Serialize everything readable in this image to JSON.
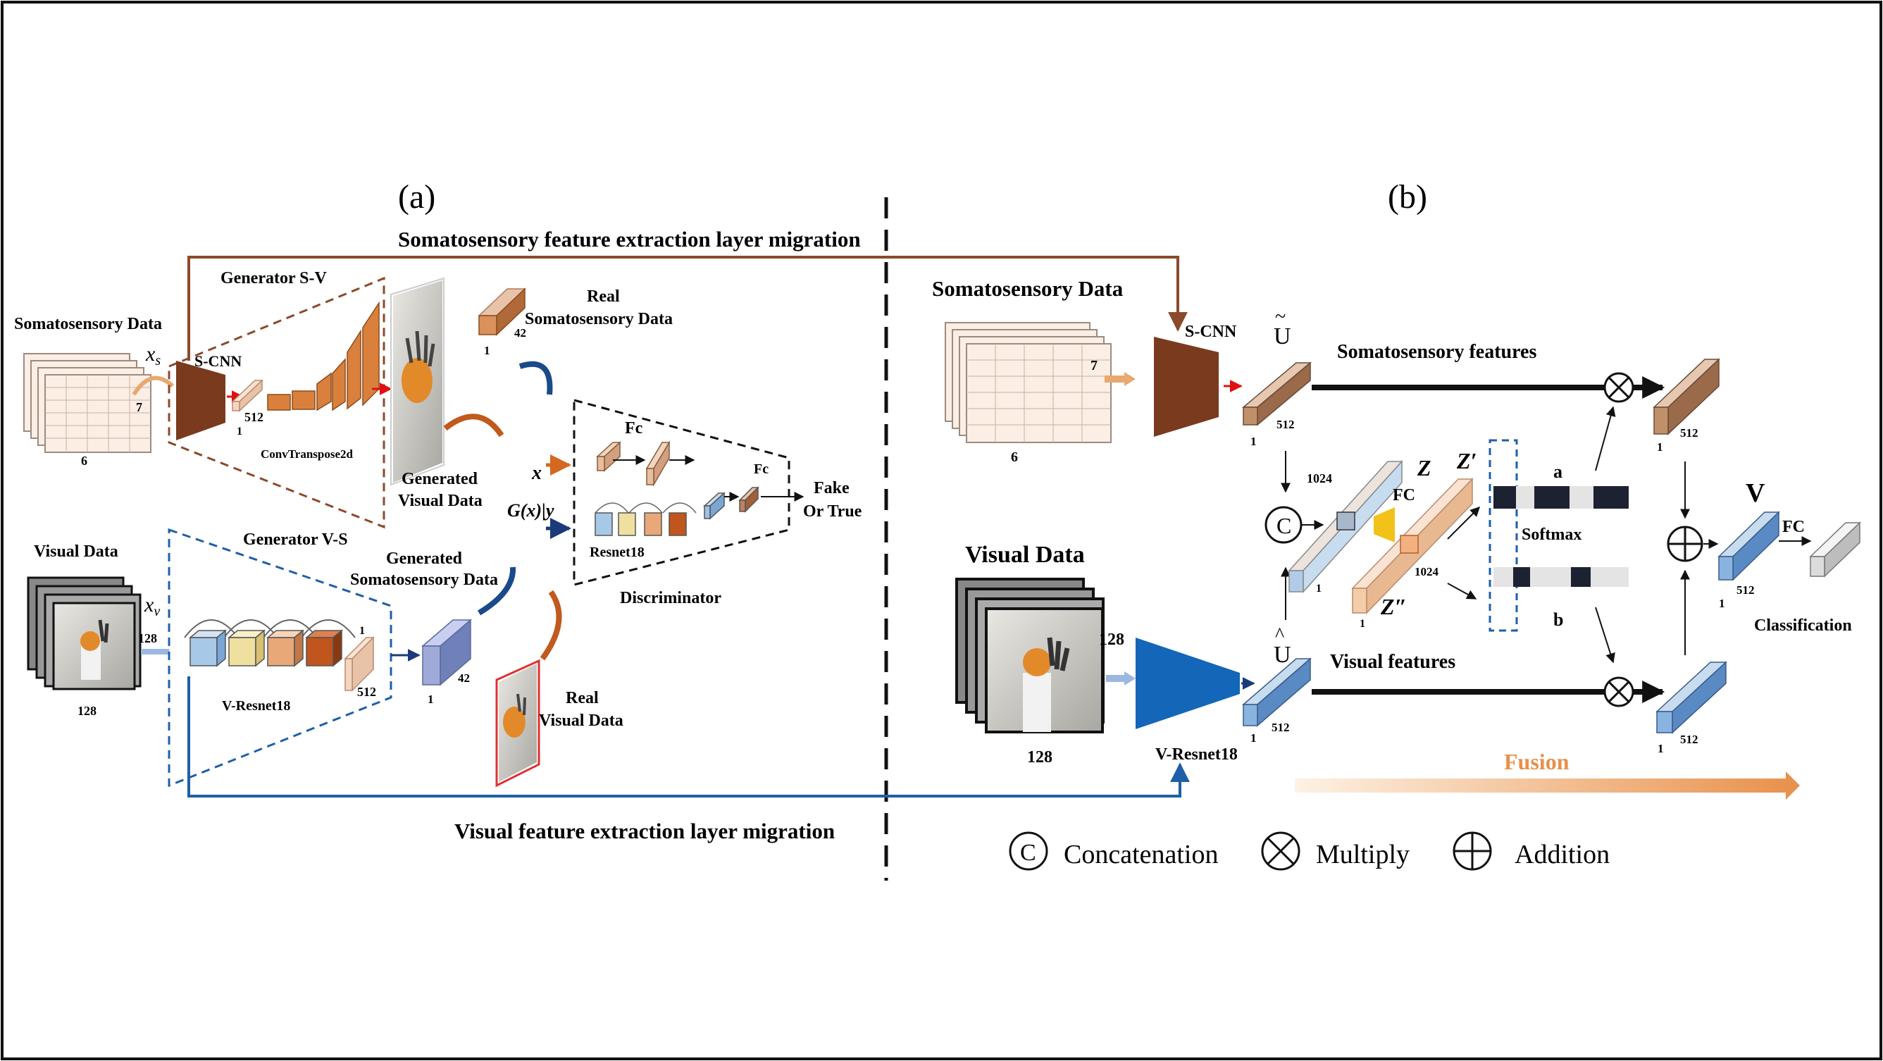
{
  "panels": {
    "a": "(a)",
    "b": "(b)"
  },
  "migration": {
    "soma": "Somatosensory feature extraction layer migration",
    "visual": "Visual feature extraction layer migration"
  },
  "left": {
    "soma_data": "Somatosensory Data",
    "soma_dim_7": "7",
    "soma_dim_6": "6",
    "xs": "x",
    "xs_sub": "s",
    "xv": "x",
    "xv_sub": "v",
    "s_cnn": "S-CNN",
    "gen_sv": "Generator S-V",
    "dim_512": "512",
    "dim_1": "1",
    "convtranspose": "ConvTranspose2d",
    "generated_visual_1": "Generated",
    "generated_visual_2": "Visual Data",
    "real_soma_1": "Real",
    "real_soma_2": "Somatosensory Data",
    "real_soma_dim_1": "1",
    "real_soma_dim_42": "42",
    "visual_data": "Visual Data",
    "visual_dim_128a": "128",
    "visual_dim_128b": "128",
    "gen_vs": "Generator V-S",
    "v_resnet": "V-Resnet18",
    "vs_dim_1": "1",
    "vs_dim_512": "512",
    "generated_soma_1": "Generated",
    "generated_soma_2": "Somatosensory Data",
    "gen_soma_dim_1": "1",
    "gen_soma_dim_42": "42",
    "real_visual_1": "Real",
    "real_visual_2": "Visual Data",
    "disc_x": "x",
    "disc_gx": "G(x)|y",
    "fc1": "Fc",
    "fc2": "Fc",
    "resnet18": "Resnet18",
    "fake_1": "Fake",
    "fake_2": "Or True",
    "discriminator": "Discriminator"
  },
  "right": {
    "soma_data": "Somatosensory Data",
    "soma_dim_7": "7",
    "soma_dim_6": "6",
    "s_cnn": "S-CNN",
    "u_tilde": "U",
    "soma_features": "Somatosensory  features",
    "dim_1a": "1",
    "dim_512a": "512",
    "dim_1024a": "1024",
    "fc_label": "FC",
    "z": "Z",
    "z_prime": "Z′",
    "z_dprime": "Z″",
    "dim_1024b": "1024",
    "dim_1b": "1",
    "dim_1c": "1",
    "softmax": "Softmax",
    "a": "a",
    "b": "b",
    "visual_data": "Visual Data",
    "visual_dim_128a": "128",
    "visual_dim_128b": "128",
    "u_hat": "U",
    "visual_features": "Visual  features",
    "dim_1d": "1",
    "dim_512d": "512",
    "v_resnet": "V-Resnet18",
    "dim_1e": "1",
    "dim_512e": "512",
    "dim_1f": "1",
    "dim_512f": "512",
    "v_label": "V",
    "fc_out": "FC",
    "dim_1g": "1",
    "dim_512g": "512",
    "classification": "Classification",
    "fusion": "Fusion"
  },
  "legend": {
    "concat_symbol": "C",
    "concat": "Concatenation",
    "multiply": "Multiply",
    "addition": "Addition"
  },
  "colors": {
    "soma_brown": "#7a3a1e",
    "migration_brown": "#8b4a2b",
    "migration_blue": "#1f5fa8",
    "fusion_orange": "#e8904a",
    "encoder_blue": "#1366b8"
  }
}
